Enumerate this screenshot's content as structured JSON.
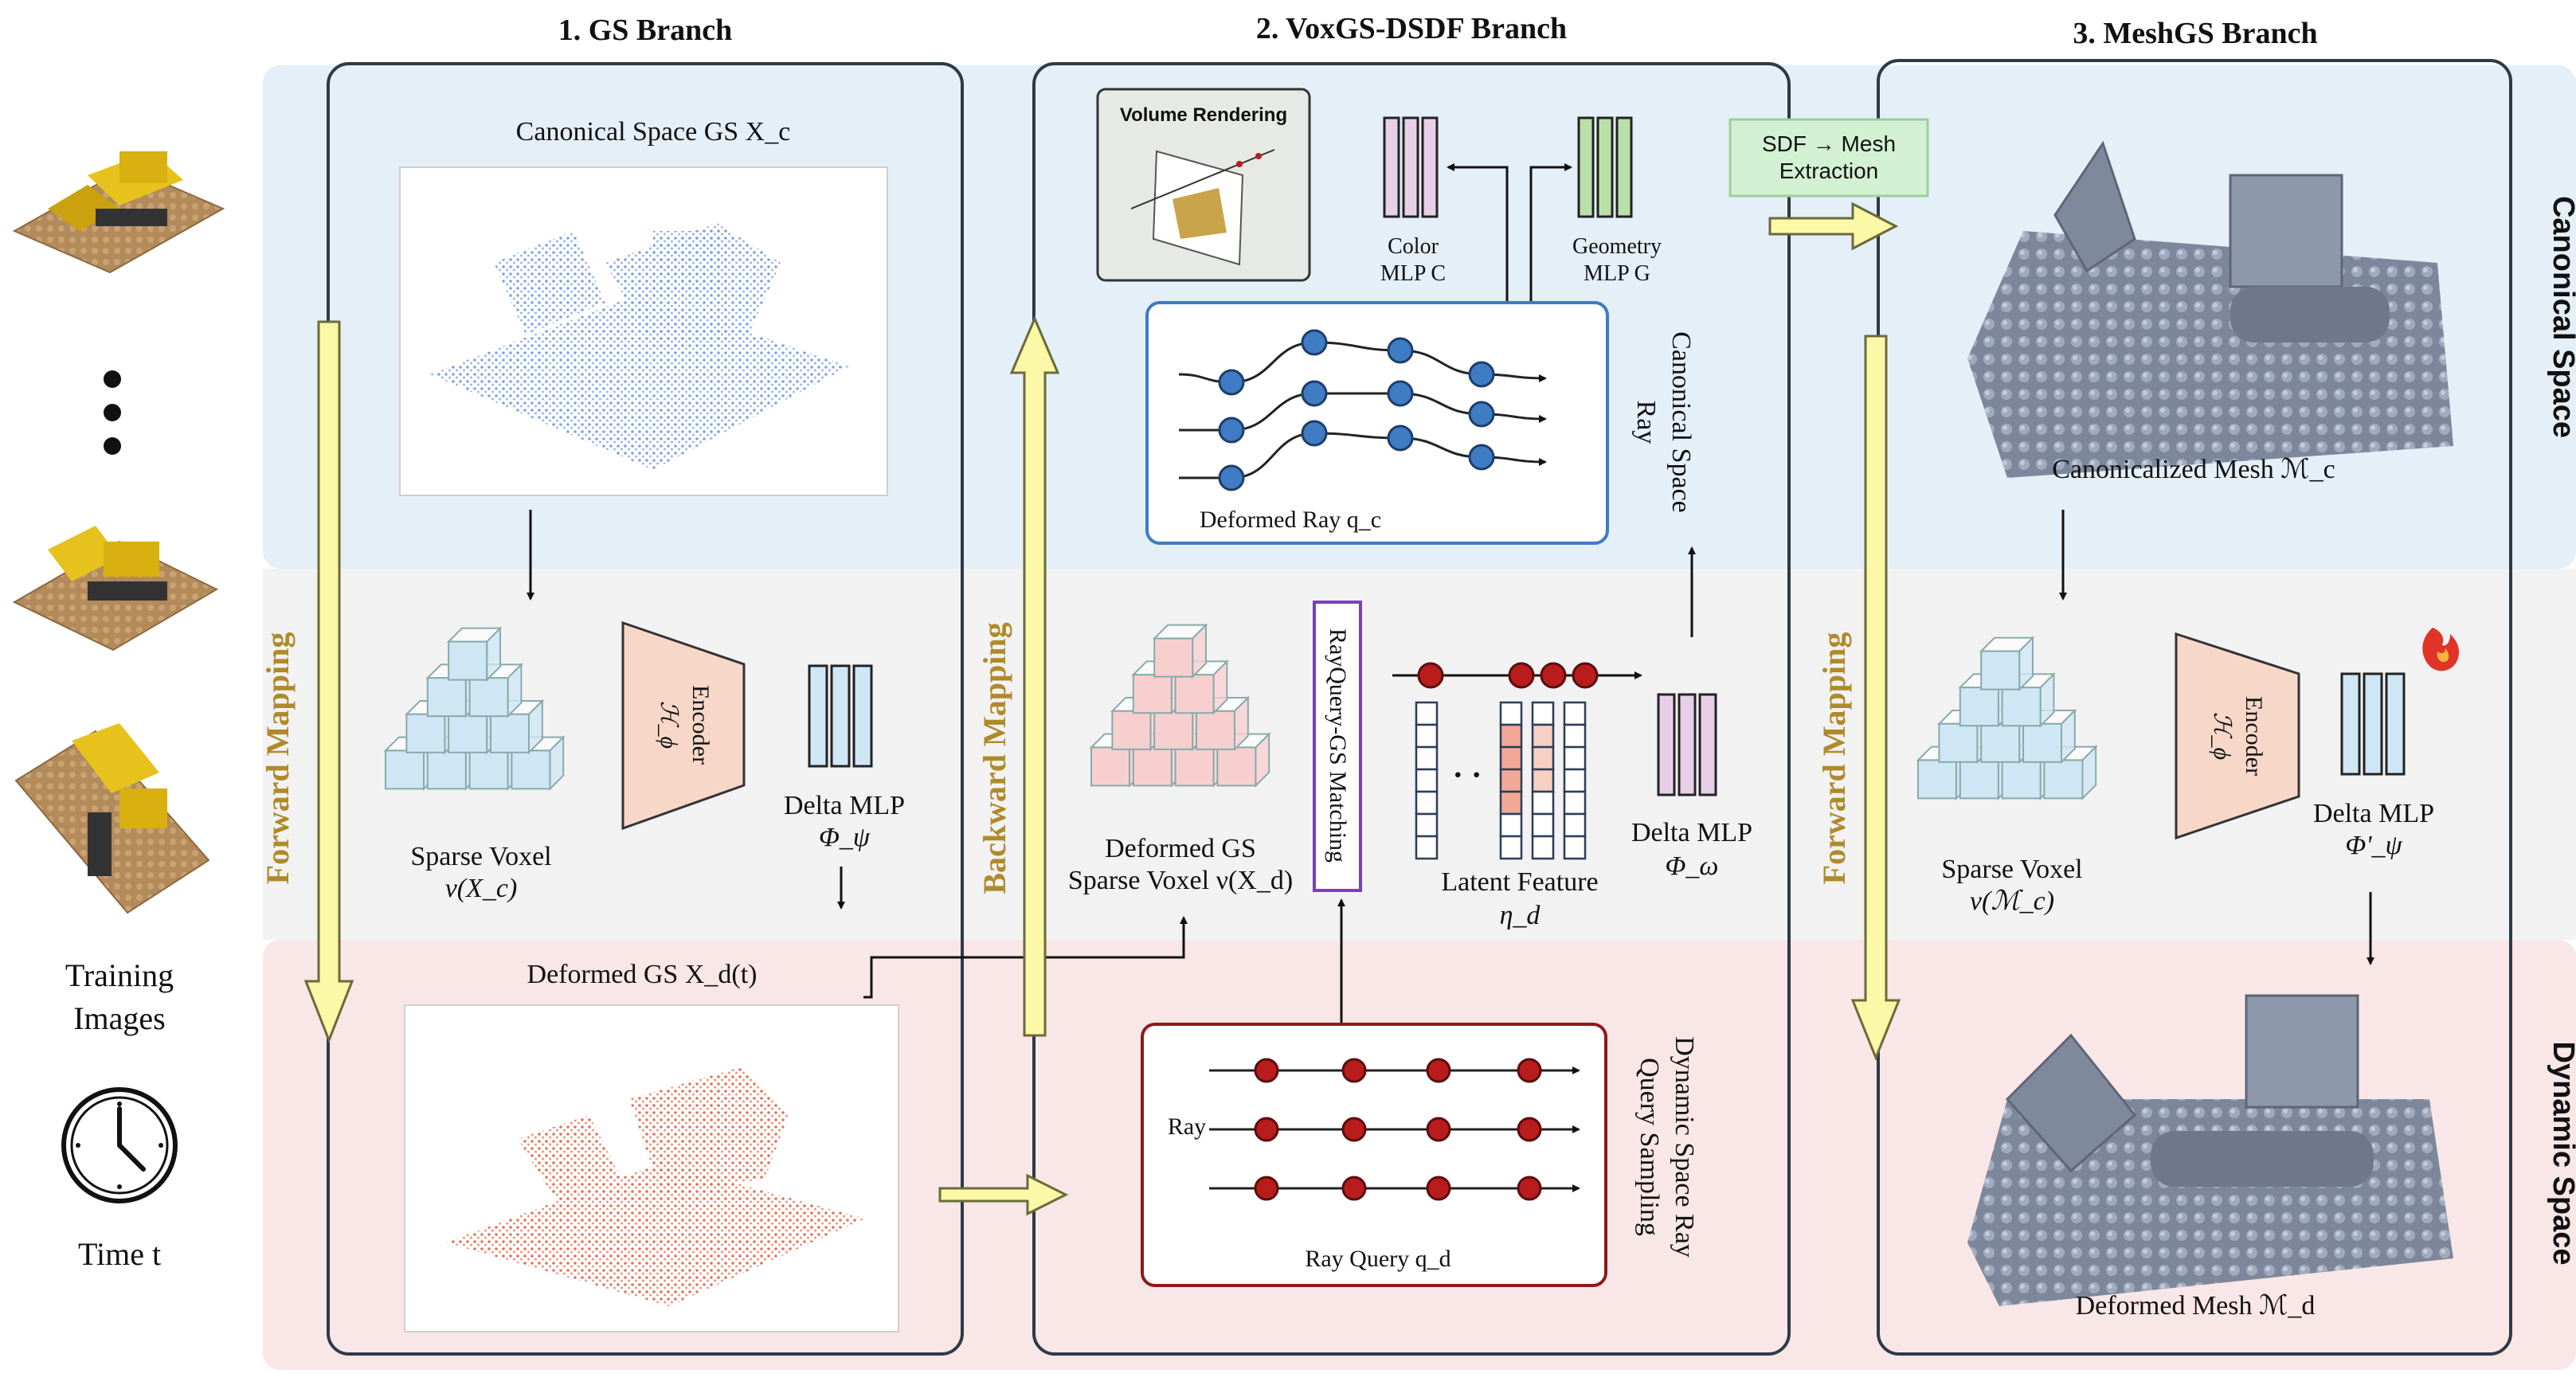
{
  "branches": {
    "gs": "1. GS Branch",
    "voxgs": "2. VoxGS-DSDF Branch",
    "meshgs": "3. MeshGS Branch"
  },
  "side_labels": {
    "canonical": "Canonical Space",
    "dynamic": "Dynamic Space"
  },
  "left_column": {
    "training_line1": "Training",
    "training_line2": "Images",
    "time": "Time t"
  },
  "mappings": {
    "forward_gs": "Forward Mapping",
    "backward": "Backward Mapping",
    "forward_mesh": "Forward Mapping"
  },
  "gs_branch": {
    "canonical_title": "Canonical Space GS X_c",
    "sparse_voxel": "Sparse Voxel",
    "sparse_voxel_math": "ν(X_c)",
    "encoder": "Encoder",
    "encoder_math": "ℋ_ϕ",
    "delta_mlp": "Delta MLP",
    "delta_mlp_math": "Φ_ψ",
    "deformed_title": "Deformed GS X_d(t)"
  },
  "voxgs_branch": {
    "volume_rendering": "Volume Rendering",
    "color_mlp_1": "Color",
    "color_mlp_2": "MLP C",
    "geometry_mlp_1": "Geometry",
    "geometry_mlp_2": "MLP G",
    "deformed_ray": "Deformed Ray q_c",
    "canonical_ray_1": "Canonical Space",
    "canonical_ray_2": "Ray",
    "deformed_gs_1": "Deformed GS",
    "deformed_gs_2": "Sparse Voxel ν(X_d)",
    "rayquery_matching": "RayQuery-GS Matching",
    "latent_feature": "Latent Feature",
    "latent_math": "η_d",
    "delta_mlp": "Delta MLP",
    "delta_mlp_math": "Φ_ω",
    "ray": "Ray",
    "ray_query": "Ray Query q_d",
    "dynamic_ray_1": "Dynamic Space Ray",
    "dynamic_ray_2": "Query Sampling"
  },
  "mesh_branch": {
    "sdf_mesh_1": "SDF → Mesh",
    "sdf_mesh_2": "Extraction",
    "canonical_mesh": "Canonicalized Mesh ℳ_c",
    "sparse_voxel": "Sparse Voxel",
    "sparse_voxel_math": "ν(ℳ_c)",
    "encoder": "Encoder",
    "encoder_math": "ℋ_ϕ",
    "delta_mlp": "Delta MLP",
    "delta_mlp_math": "Φ'_ψ",
    "deformed_mesh": "Deformed Mesh ℳ_d"
  },
  "colors": {
    "canonical_band": "#e4eff8",
    "mid_band": "#f2f2f2",
    "dynamic_band": "#f9e6e6",
    "arrow_fill": "#fbf8a8",
    "arrow_stroke": "#6b6b3a",
    "mapping_text": "#b08a2a",
    "voxel_blue": "#cfe6f5",
    "voxel_pink": "#f7cfcf",
    "encoder": "#f7d8c8",
    "mlp_blue": "#cfe6f5",
    "mlp_pink": "#e8cfe8",
    "mlp_green": "#b9e0a8",
    "ray_blue": "#3e7cc4",
    "ray_red": "#b81c1c",
    "points_blue": "#7ea4e0",
    "points_red": "#e2735a",
    "mesh_grey": "#8c96ab"
  }
}
